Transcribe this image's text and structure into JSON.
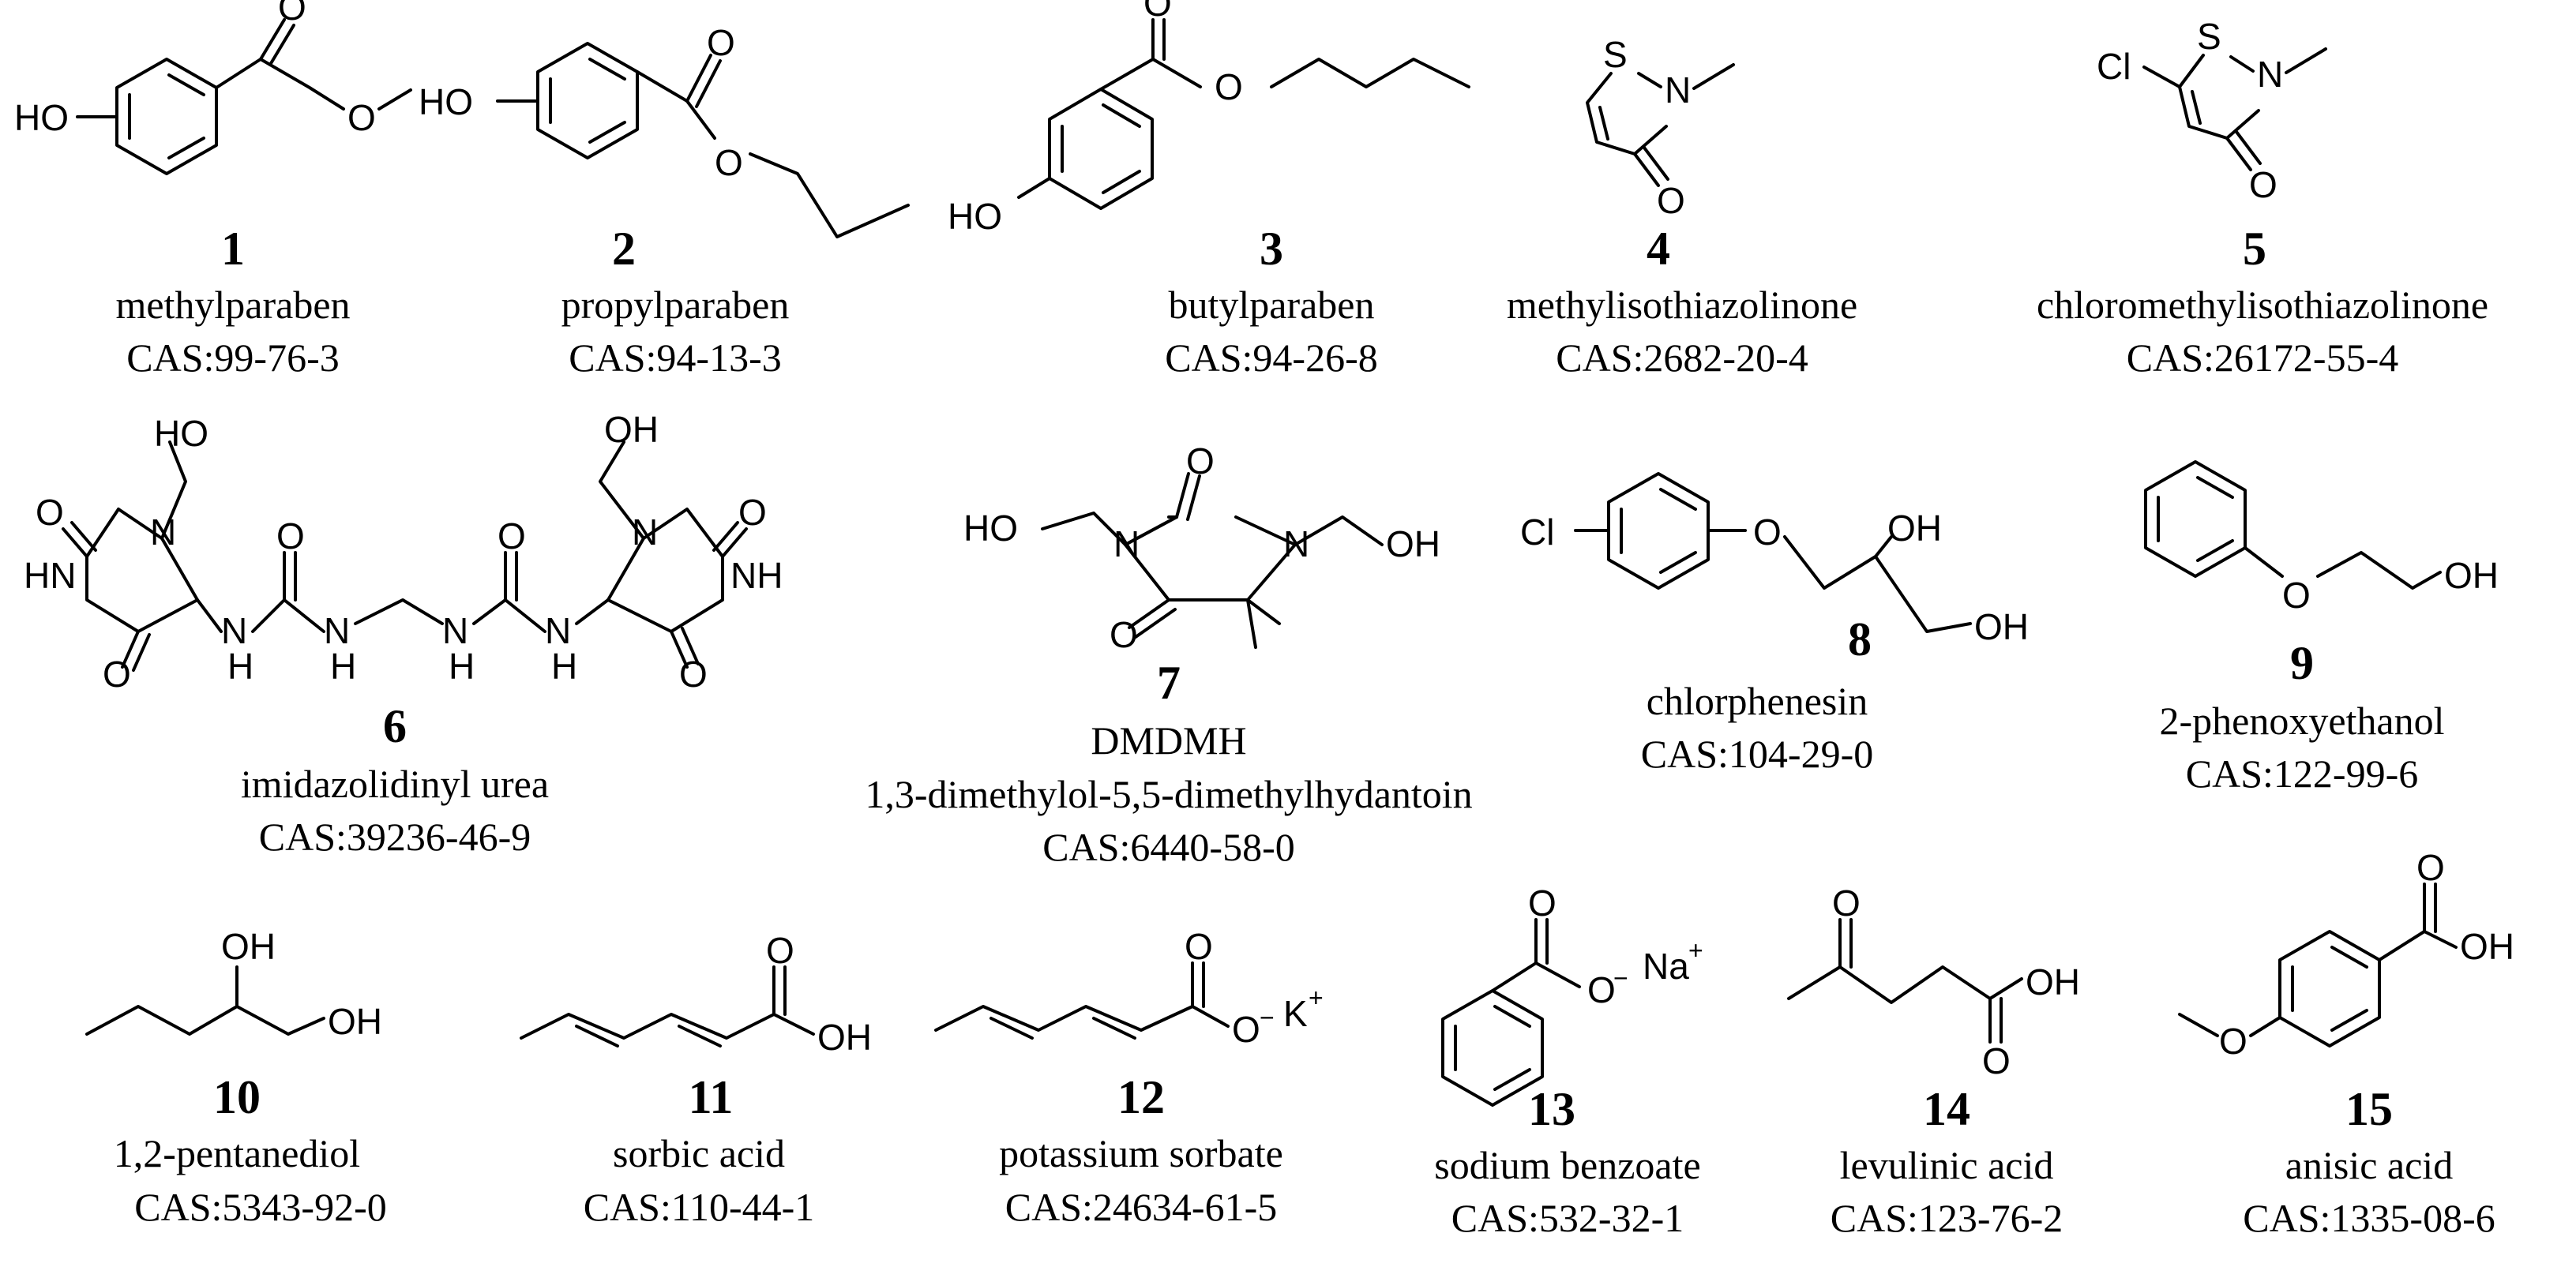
{
  "compounds": [
    {
      "number": "1",
      "name": "methylparaben",
      "cas": "CAS:99-76-3"
    },
    {
      "number": "2",
      "name": "propylparaben",
      "cas": "CAS:94-13-3"
    },
    {
      "number": "3",
      "name": "butylparaben",
      "cas": "CAS:94-26-8"
    },
    {
      "number": "4",
      "name": "methylisothiazolinone",
      "cas": "CAS:2682-20-4"
    },
    {
      "number": "5",
      "name": "chloromethylisothiazolinone",
      "cas": "CAS:26172-55-4"
    },
    {
      "number": "6",
      "name": "imidazolidinyl urea",
      "cas": "CAS:39236-46-9"
    },
    {
      "number": "7",
      "name": "DMDMH",
      "name2": "1,3-dimethylol-5,5-dimethylhydantoin",
      "cas": "CAS:6440-58-0"
    },
    {
      "number": "8",
      "name": "chlorphenesin",
      "cas": "CAS:104-29-0"
    },
    {
      "number": "9",
      "name": "2-phenoxyethanol",
      "cas": "CAS:122-99-6"
    },
    {
      "number": "10",
      "name": "1,2-pentanediol",
      "cas": "CAS:5343-92-0"
    },
    {
      "number": "11",
      "name": "sorbic acid",
      "cas": "CAS:110-44-1"
    },
    {
      "number": "12",
      "name": "potassium sorbate",
      "cas": "CAS:24634-61-5"
    },
    {
      "number": "13",
      "name": "sodium benzoate",
      "cas": "CAS:532-32-1"
    },
    {
      "number": "14",
      "name": "levulinic acid",
      "cas": "CAS:123-76-2"
    },
    {
      "number": "15",
      "name": "anisic acid",
      "cas": "CAS:1335-08-6"
    }
  ],
  "atoms": {
    "HO": "HO",
    "OH": "OH",
    "O": "O",
    "S": "S",
    "N": "N",
    "Cl": "Cl",
    "HN": "HN",
    "NH": "NH",
    "H": "H",
    "Na": "Na",
    "K": "K",
    "plus": "+",
    "minus": "−"
  }
}
